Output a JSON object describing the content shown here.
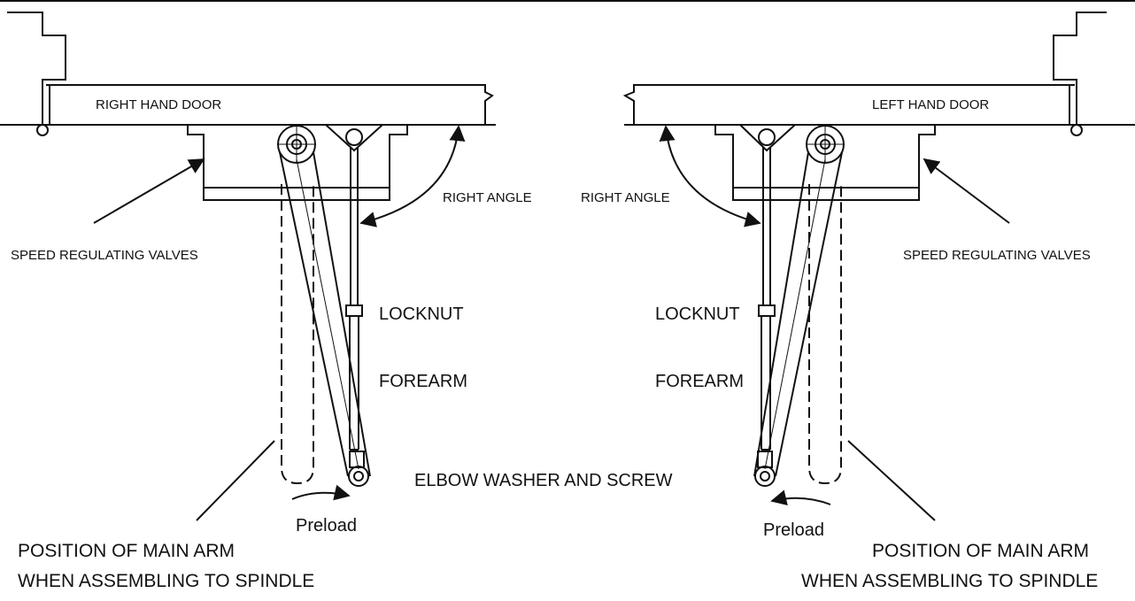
{
  "labels": {
    "right_hand_door": "RIGHT HAND DOOR",
    "left_hand_door": "LEFT HAND DOOR",
    "right_angle": "RIGHT ANGLE",
    "speed_regulating_valves": "SPEED REGULATING VALVES",
    "locknut": "LOCKNUT",
    "forearm": "FOREARM",
    "elbow_washer_and_screw": "ELBOW WASHER AND SCREW",
    "preload": "Preload",
    "position_line1": "POSITION OF MAIN ARM",
    "position_line2": "WHEN ASSEMBLING TO SPINDLE"
  }
}
